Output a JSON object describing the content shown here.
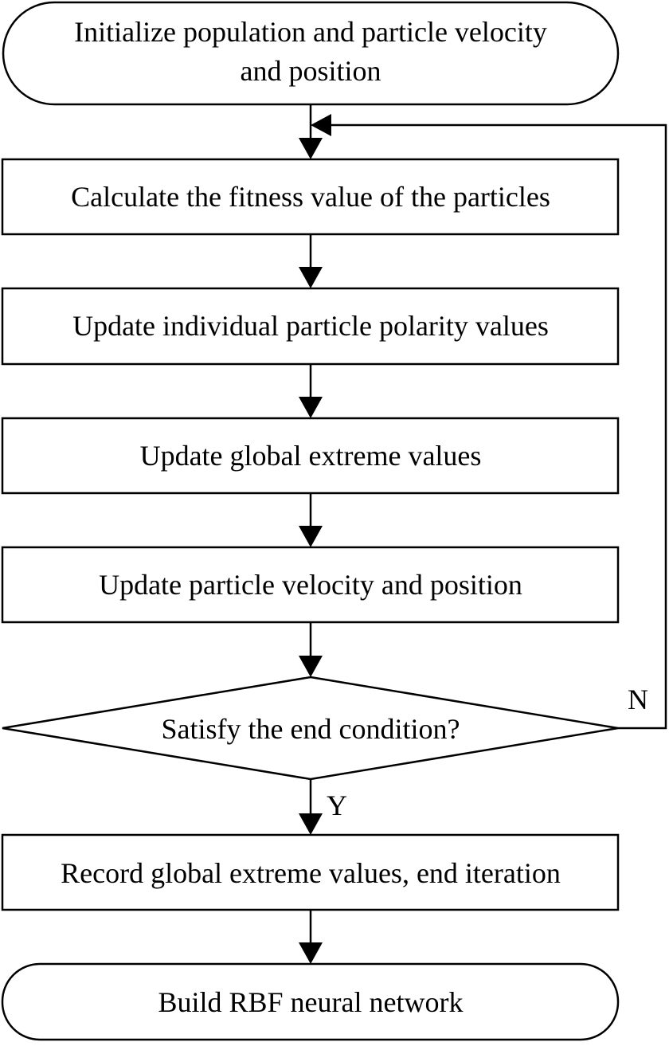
{
  "flowchart": {
    "start": {
      "line1": "Initialize population and particle velocity",
      "line2": "and position"
    },
    "step1": "Calculate the fitness value of the particles",
    "step2": "Update individual particle polarity values",
    "step3": "Update global extreme values",
    "step4": "Update particle velocity and position",
    "decision": "Satisfy the end condition?",
    "label_no": "N",
    "label_yes": "Y",
    "step5": "Record global extreme values, end iteration",
    "end": "Build RBF neural network"
  }
}
